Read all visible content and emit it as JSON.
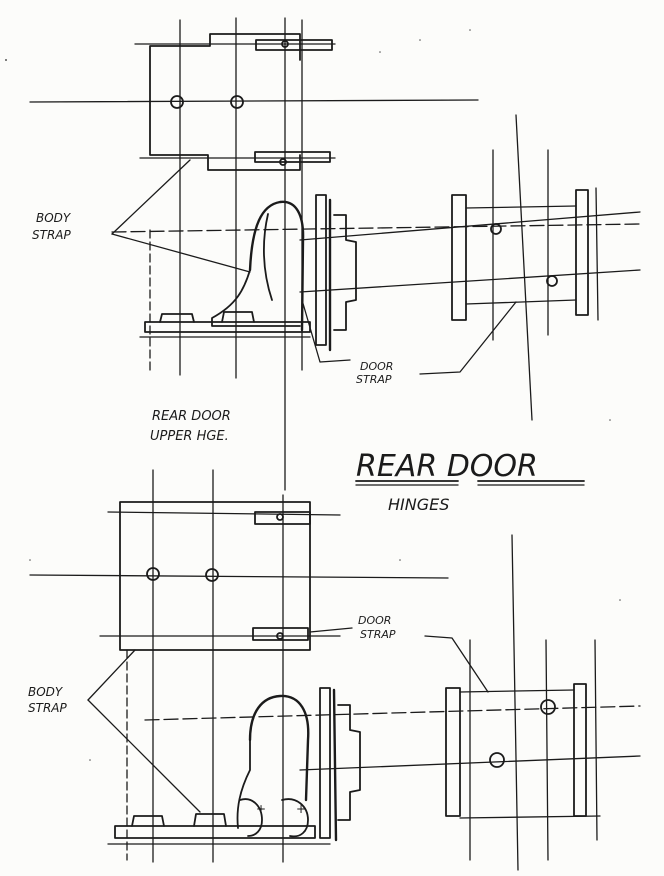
{
  "drawing": {
    "title": "REAR DOOR",
    "subtitle": "HINGES",
    "upper": {
      "body_strap_label_1": "BODY",
      "body_strap_label_2": "STRAP",
      "door_strap_label_1": "DOOR",
      "door_strap_label_2": "STRAP",
      "hinge_label_1": "REAR DOOR",
      "hinge_label_2": "UPPER HGE."
    },
    "lower": {
      "body_strap_label_1": "BODY",
      "body_strap_label_2": "STRAP",
      "door_strap_label_1": "DOOR",
      "door_strap_label_2": "STRAP"
    }
  },
  "colors": {
    "ink": "#1b1b1b",
    "paper": "#fcfcfa"
  }
}
